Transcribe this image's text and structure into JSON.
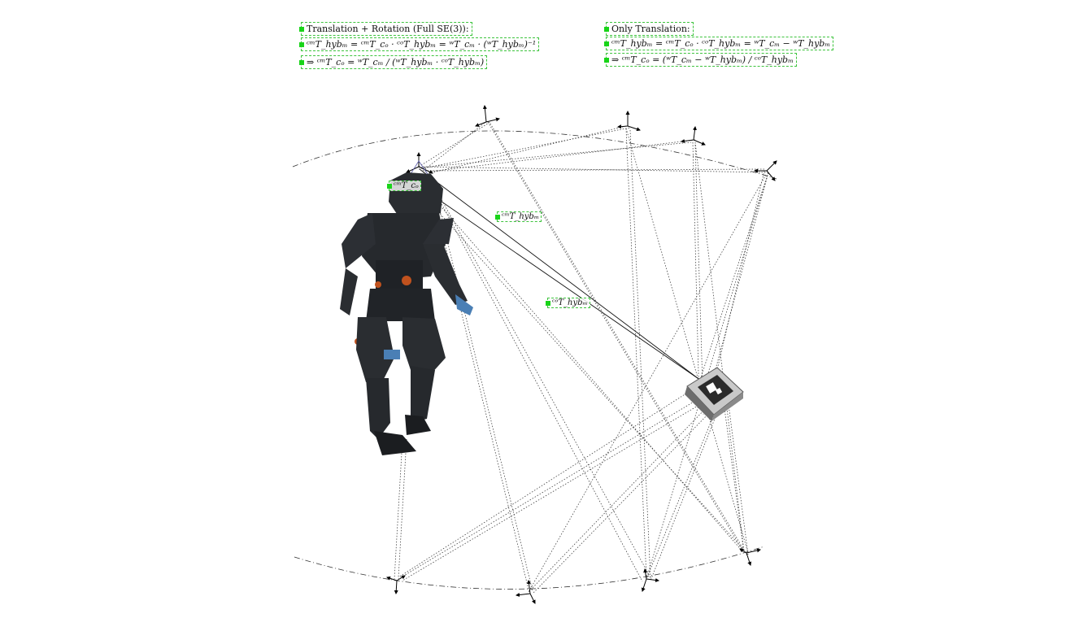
{
  "left_panel": {
    "heading": "Translation + Rotation (Full SE(3)):",
    "eq1": "ᶜᵐT_hybₘ = ᶜᵐT_cₒ · ᶜᵒT_hybₘ = ʷT_cₘ · (ʷT_hybₘ)⁻¹",
    "eq2": "⇒ ᶜᵐT_cₒ = ʷT_cₘ / (ʷT_hybₘ · ᶜᵒT_hybₘ)"
  },
  "right_panel": {
    "heading": "Only Translation:",
    "eq1": "ᶜᵐT_hybₘ = ᶜᵐT_cₒ · ᶜᵒT_hybₘ = ʷT_cₘ − ʷT_hybₘ",
    "eq2": "⇒ ᶜᵐT_cₒ = (ʷT_cₘ − ʷT_hybₘ) / ᶜᵒT_hybₘ"
  },
  "labels": {
    "head_frame": "ᶜᵐT_cₒ",
    "cm_to_marker": "ᶜᵐT_hybₘ",
    "co_to_marker": "ᶜᵒT_hybₘ"
  },
  "colors": {
    "robot_body": "#2a2d31",
    "robot_joint": "#c0521e",
    "robot_accent": "#4a7fb5",
    "marker_box": "#7a7a7a",
    "label_border": "#3ec43e",
    "label_square": "#19d419",
    "rays": "#444444"
  },
  "icons": {
    "camera_frames": "axis-triad-icon",
    "robot": "humanoid-robot-icon",
    "marker": "calibration-marker-icon"
  }
}
